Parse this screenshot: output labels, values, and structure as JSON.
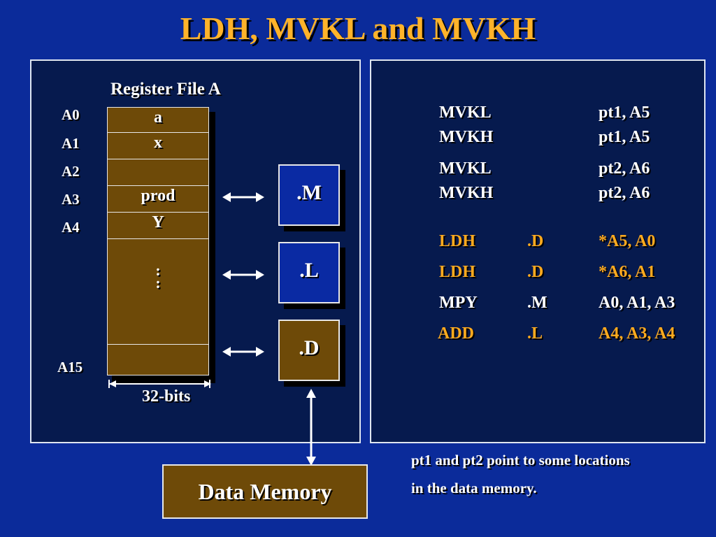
{
  "title": "LDH, MVKL and MVKH",
  "register_file": {
    "title": "Register File A",
    "registers": [
      "A0",
      "A1",
      "A2",
      "A3",
      "A4",
      "A15"
    ],
    "cells": [
      "a",
      "x",
      "",
      "prod",
      "Y"
    ],
    "dots": [
      ":",
      ":"
    ],
    "width_label": "32-bits"
  },
  "units": [
    ".M",
    ".L",
    ".D"
  ],
  "data_memory": "Data Memory",
  "code": [
    {
      "op": "MVKL",
      "unit": "",
      "args": "pt1, A5",
      "color": "white"
    },
    {
      "op": "MVKH",
      "unit": "",
      "args": "pt1, A5",
      "color": "white"
    },
    {
      "op": "MVKL",
      "unit": "",
      "args": "pt2, A6",
      "color": "white"
    },
    {
      "op": "MVKH",
      "unit": "",
      "args": "pt2, A6",
      "color": "white"
    },
    {
      "op": "LDH",
      "unit": ".D",
      "args": "*A5, A0",
      "color": "orange"
    },
    {
      "op": "LDH",
      "unit": ".D",
      "args": "*A6, A1",
      "color": "orange"
    },
    {
      "op": "MPY",
      "unit": ".M",
      "args": "A0, A1, A3",
      "color": "white"
    },
    {
      "op": "ADD",
      "unit": ".L",
      "args": "A4, A3, A4",
      "color": "orange"
    }
  ],
  "note": [
    "pt1 and pt2 point to some locations",
    "in the data memory."
  ],
  "colors": {
    "background": "#0b2b9a",
    "panel": "#061a4e",
    "title": "#ffb32a",
    "highlight": "#ffaa1e",
    "cell_brown": "#6e4a08"
  }
}
